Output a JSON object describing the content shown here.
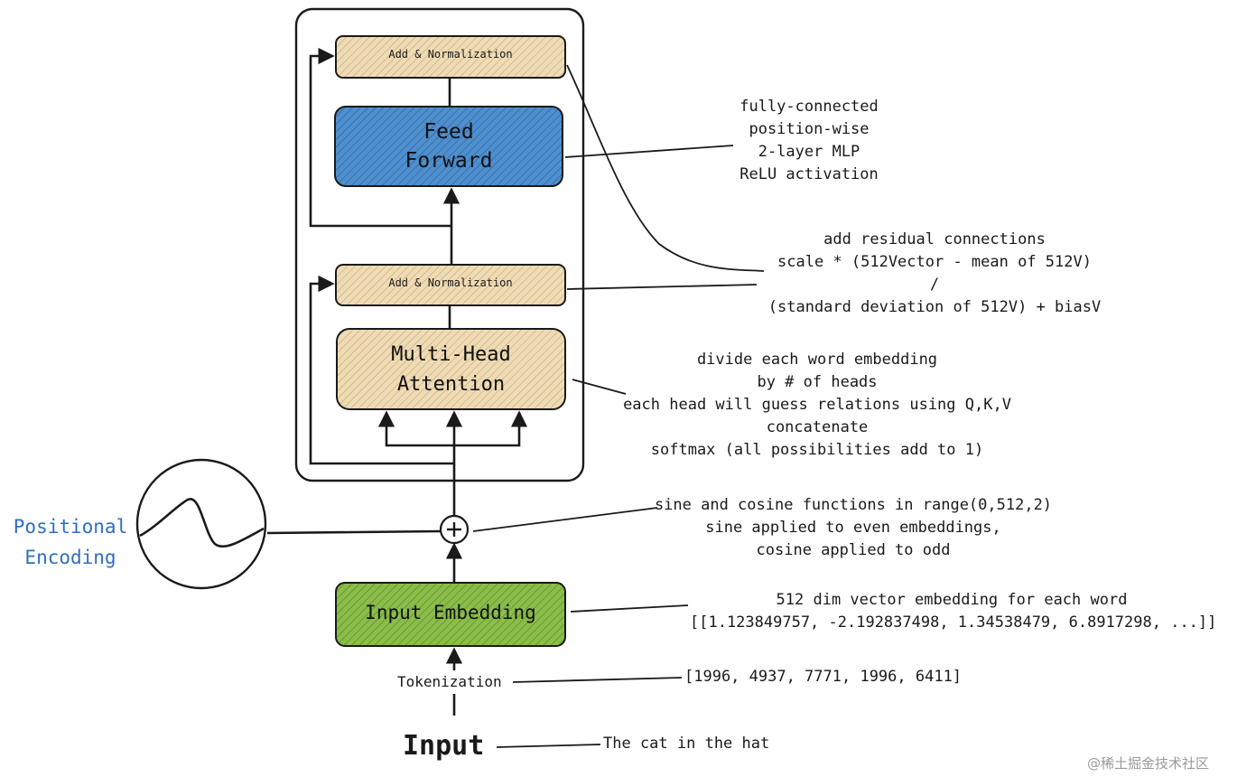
{
  "blocks": {
    "add_norm_top": "Add & Normalization",
    "feed_forward": [
      "Feed",
      "Forward"
    ],
    "add_norm_bottom": "Add & Normalization",
    "multi_head": [
      "Multi-Head",
      "Attention"
    ],
    "input_embedding": "Input Embedding",
    "positional_encoding": [
      "Positional",
      "Encoding"
    ],
    "plus_symbol": "+",
    "tokenization": "Tokenization",
    "input": "Input"
  },
  "notes": {
    "feed_forward": [
      "fully-connected",
      "position-wise",
      "2-layer MLP",
      "ReLU activation"
    ],
    "add_norm": [
      "add residual connections",
      "scale * (512Vector - mean of 512V)",
      "/",
      "(standard deviation of 512V) + biasV"
    ],
    "attention": [
      "divide each word embedding",
      "by # of heads",
      "each head will guess relations using Q,K,V",
      "concatenate",
      "softmax (all possibilities add to 1)"
    ],
    "positional": [
      "sine and cosine functions in range(0,512,2)",
      "sine applied to even embeddings,",
      "cosine applied to odd"
    ],
    "embedding": [
      "512 dim vector embedding for each word",
      "[[1.123849757, -2.192837498, 1.34538479, 6.8917298, ...]]"
    ],
    "tokens": "[1996, 4937, 7771, 1996, 6411]",
    "input_text": "The cat in the hat"
  },
  "watermark": "@稀土掘金技术社区",
  "colors": {
    "tan_fill": "#e8d3a8",
    "blue_fill": "#3d7dbf",
    "green_fill": "#7cad3f",
    "accent_blue_text": "#2f6fc0",
    "stroke": "#1a1a1a"
  }
}
